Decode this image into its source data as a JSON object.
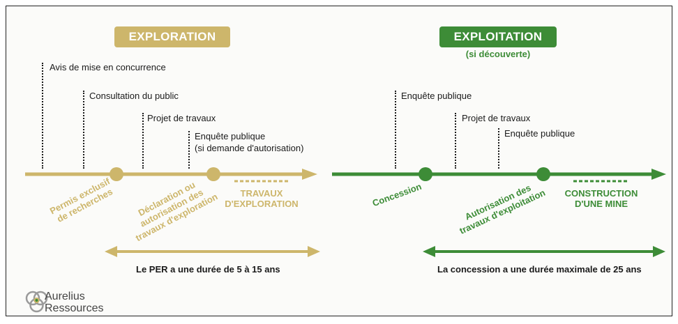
{
  "exploration": {
    "title": "EXPLORATION",
    "steps": [
      "Avis de mise en concurrence",
      "Consultation du public",
      "Projet de travaux",
      "Enquête publique",
      "(si demande d'autorisation)"
    ],
    "milestones": [
      "Permis exclusif",
      "de recherches",
      "Déclaration ou",
      "autorisation des",
      "travaux d'exploration"
    ],
    "phase": [
      "TRAVAUX",
      "D'EXPLORATION"
    ],
    "duration": "Le PER a une durée de 5 à 15 ans"
  },
  "exploitation": {
    "title": "EXPLOITATION",
    "subtitle": "(si découverte)",
    "steps": [
      "Enquête publique",
      "Projet de travaux",
      "Enquête publique"
    ],
    "milestones": [
      "Concession",
      "Autorisation des",
      "travaux d'exploitation"
    ],
    "phase": [
      "CONSTRUCTION",
      "D'UNE MINE"
    ],
    "duration": "La concession a une durée maximale de 25 ans"
  },
  "logo": {
    "line1": "Aurelius",
    "line2": "Ressources"
  },
  "colors": {
    "gold": "#cdb66b",
    "green": "#3d8c37",
    "text": "#1a1a1a"
  }
}
